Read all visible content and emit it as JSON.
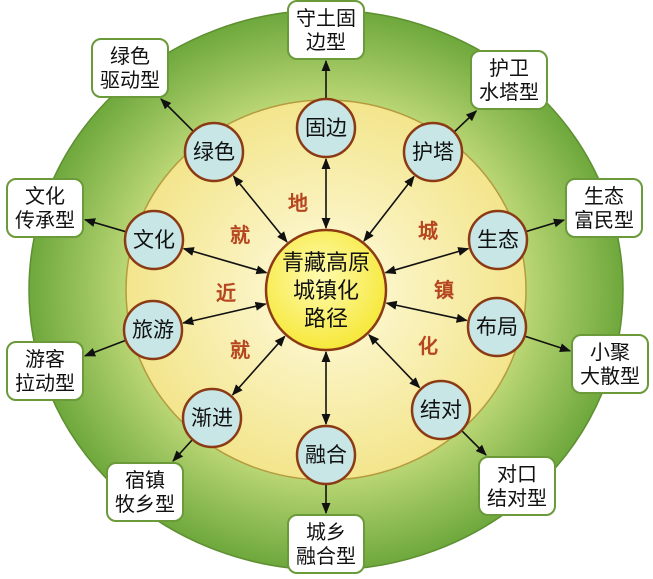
{
  "center": {
    "lines": [
      "青藏高原",
      "城镇化",
      "路径"
    ]
  },
  "ring_chars": [
    "地",
    "城",
    "镇",
    "化",
    "就",
    "近",
    "就"
  ],
  "nodes": [
    {
      "label": "固边",
      "box": [
        "守土固",
        "边型"
      ]
    },
    {
      "label": "护塔",
      "box": [
        "护卫",
        "水塔型"
      ]
    },
    {
      "label": "生态",
      "box": [
        "生态",
        "富民型"
      ]
    },
    {
      "label": "布局",
      "box": [
        "小聚",
        "大散型"
      ]
    },
    {
      "label": "结对",
      "box": [
        "对口",
        "结对型"
      ]
    },
    {
      "label": "融合",
      "box": [
        "城乡",
        "融合型"
      ]
    },
    {
      "label": "渐进",
      "box": [
        "宿镇",
        "牧乡型"
      ]
    },
    {
      "label": "旅游",
      "box": [
        "游客",
        "拉动型"
      ]
    },
    {
      "label": "文化",
      "box": [
        "文化",
        "传承型"
      ]
    },
    {
      "label": "绿色",
      "box": [
        "绿色",
        "驱动型"
      ]
    }
  ],
  "colors": {
    "outer_ring": "#7fb548",
    "middle_ring": "#f6eda0",
    "center_fill": "#fff45a",
    "node_fill": "#c8e6e6",
    "node_stroke": "#8b3a14",
    "box_stroke": "#6a9a3a",
    "mid_text": "#b5461f"
  }
}
